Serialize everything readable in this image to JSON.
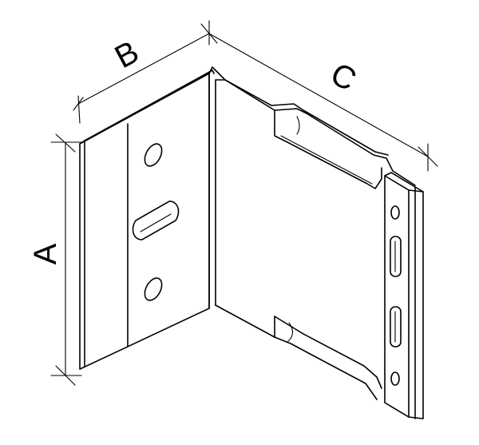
{
  "diagram": {
    "type": "technical-drawing",
    "subject": "bracket",
    "dimension_labels": {
      "a": "A",
      "b": "B",
      "c": "C"
    },
    "colors": {
      "stroke": "#000000",
      "background": "#ffffff"
    }
  }
}
